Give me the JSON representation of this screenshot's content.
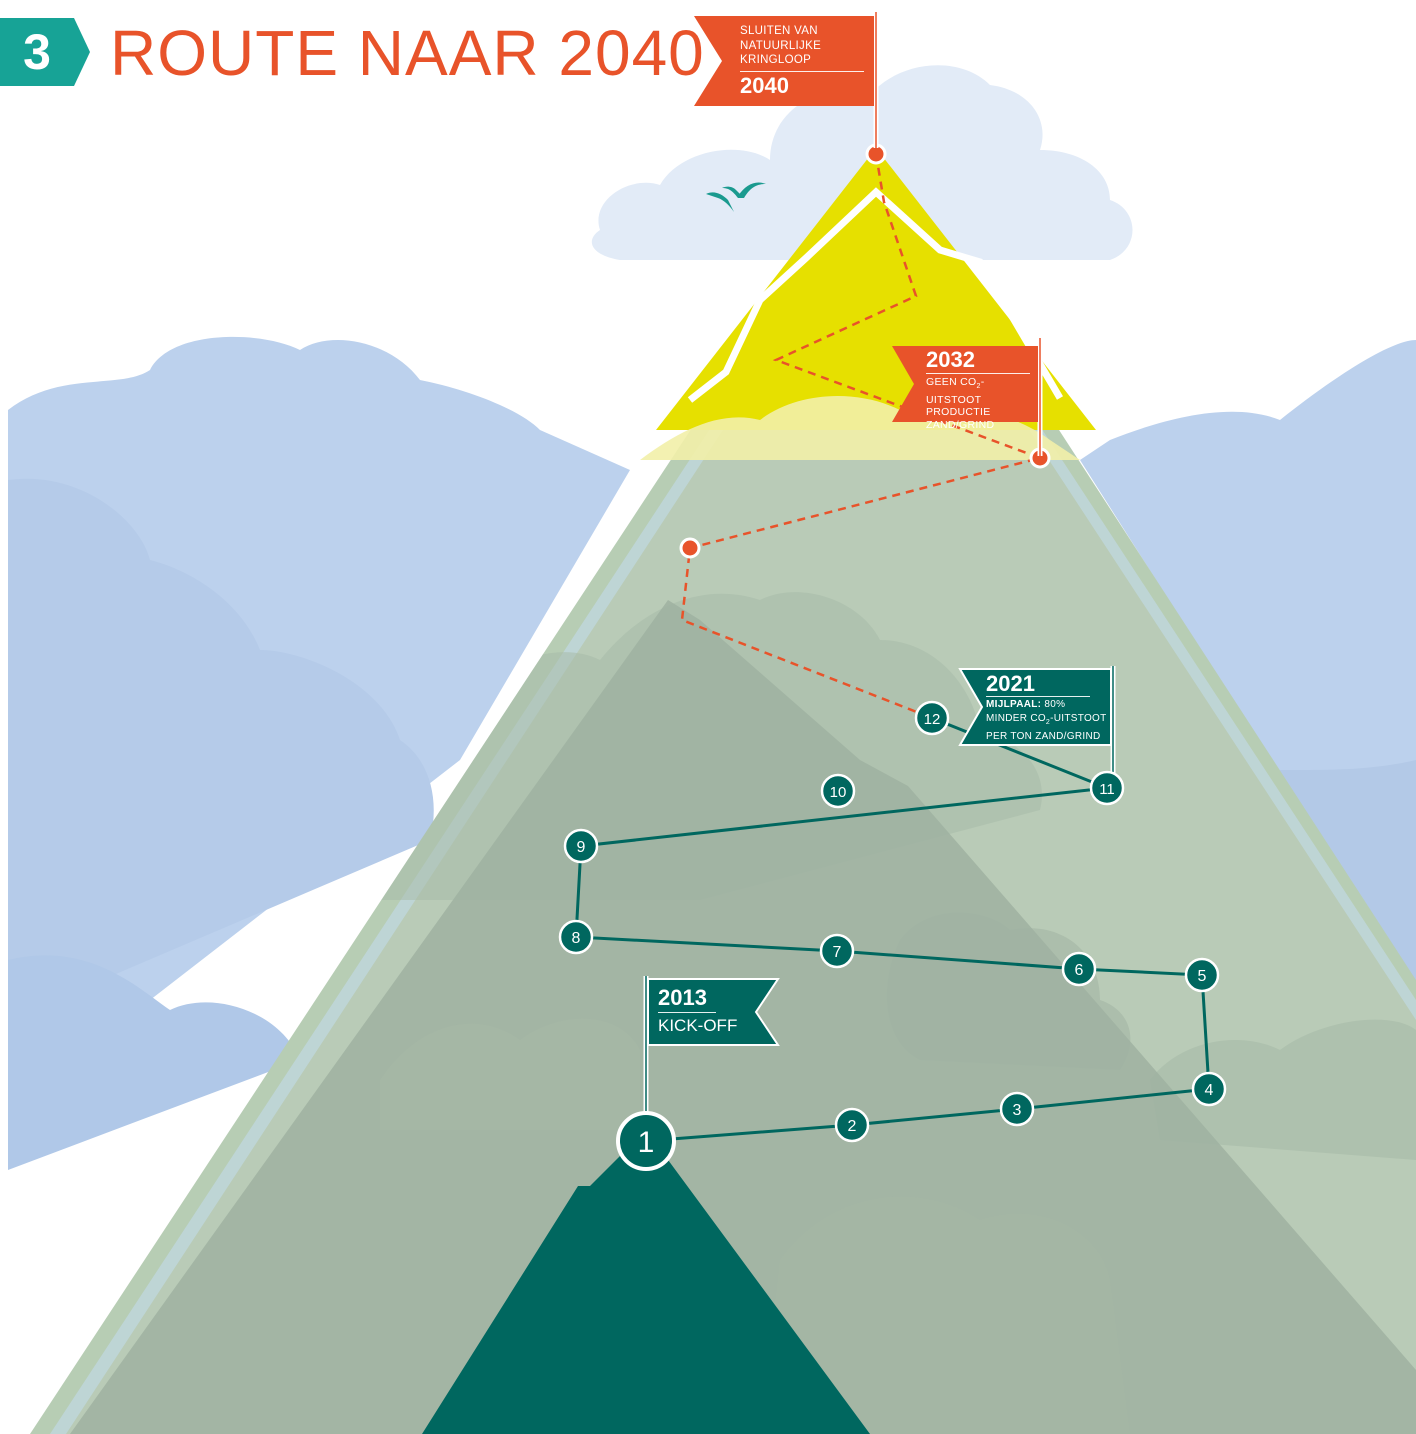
{
  "header": {
    "badge_number": "3",
    "title": "ROUTE NAAR 2040"
  },
  "colors": {
    "accent_orange": "#e8532a",
    "teal": "#00675f",
    "summit_yellow": "#e6e000",
    "sky": "#bfd4ee"
  },
  "flags": {
    "f2040": {
      "line1": "SLUITEN VAN",
      "line2": "NATUURLIJKE",
      "line3": "KRINGLOOP",
      "year": "2040"
    },
    "f2032": {
      "year": "2032",
      "line1a": "GEEN CO",
      "line1sub": "2",
      "line1b": "-UITSTOOT",
      "line2": "PRODUCTIE",
      "line3": "ZAND/GRIND"
    },
    "f2021": {
      "year": "2021",
      "milestone_bold": "MIJLPAAL:",
      "milestone_rest": " 80%",
      "line2a": "MINDER CO",
      "line2sub": "2",
      "line2b": "-UITSTOOT",
      "line3": "PER TON ZAND/GRIND"
    },
    "f2013": {
      "year": "2013",
      "label": "KICK-OFF"
    }
  },
  "steps": [
    "1",
    "2",
    "3",
    "4",
    "5",
    "6",
    "7",
    "8",
    "9",
    "10",
    "11",
    "12"
  ],
  "icons": {
    "birds": "seagull-icon"
  }
}
